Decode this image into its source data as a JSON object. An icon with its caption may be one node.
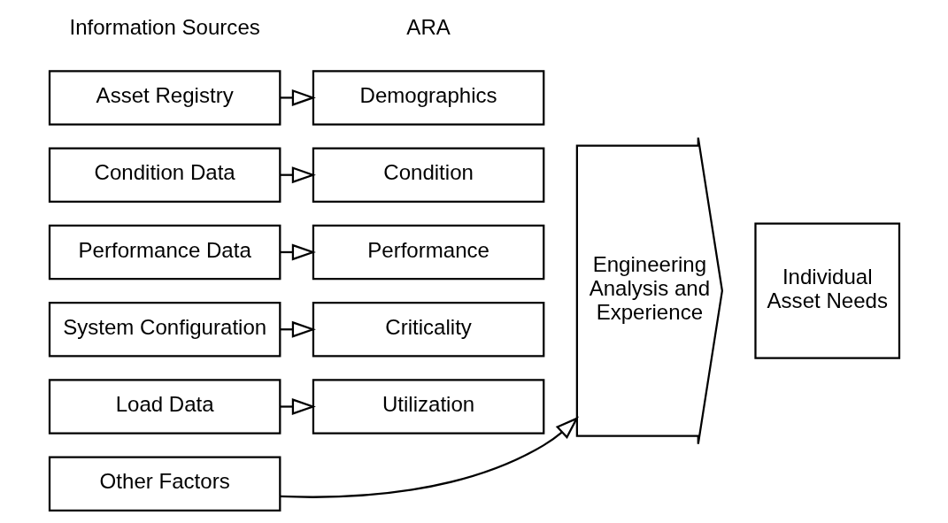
{
  "diagram": {
    "nodes": [
      {
        "text": [
          "Asset Registry"
        ]
      },
      {
        "text": [
          "Demographics"
        ]
      },
      {
        "text": [
          "Condition Data"
        ]
      },
      {
        "text": [
          "Condition"
        ]
      },
      {
        "text": [
          "Performance Data"
        ]
      },
      {
        "text": [
          "Performance"
        ]
      },
      {
        "text": [
          "System Configuration"
        ]
      },
      {
        "text": [
          "Criticality"
        ]
      },
      {
        "text": [
          "Load Data"
        ]
      },
      {
        "text": [
          "Utilization"
        ]
      },
      {
        "text": [
          "Other Factors"
        ]
      },
      {
        "text": [
          "Engineering Analysis and Experience"
        ]
      },
      {
        "text": [
          "Individual Asset Needs"
        ]
      }
    ],
    "edges": [
      {
        "from": 0,
        "to": 1,
        "arrow": "to"
      },
      {
        "from": 2,
        "to": 3,
        "arrow": "to"
      },
      {
        "from": 4,
        "to": 5,
        "arrow": "to"
      },
      {
        "from": 6,
        "to": 7,
        "arrow": "to"
      },
      {
        "from": 8,
        "to": 9,
        "arrow": "to"
      },
      {
        "from": 10,
        "to": 11,
        "arrow": "to"
      }
    ],
    "labels": [
      "Information Sources",
      "ARA"
    ]
  }
}
